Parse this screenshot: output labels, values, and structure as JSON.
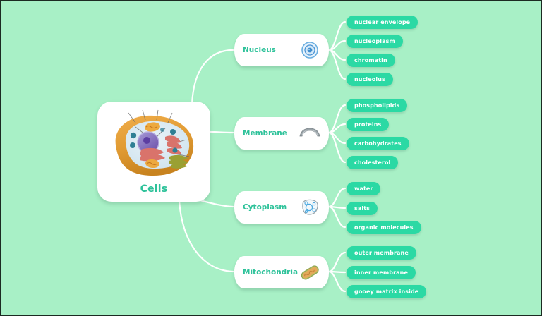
{
  "canvas": {
    "background_color": "#a8f0c6",
    "border_color": "#1c2a22",
    "connector_color": "#ffffff"
  },
  "theme": {
    "node_card_bg": "#ffffff",
    "branch_text_color": "#2ec29a",
    "leaf_pill_color": "#2bd9a4",
    "leaf_text_color": "#ffffff"
  },
  "central": {
    "label": "Cells",
    "icon": "animal-cell-illustration-icon"
  },
  "branches": [
    {
      "id": "nucleus",
      "label": "Nucleus",
      "icon": "nucleus-icon",
      "leaves": [
        {
          "label": "nuclear envelope"
        },
        {
          "label": "nucleoplasm"
        },
        {
          "label": "chromatin"
        },
        {
          "label": "nucleolus"
        }
      ]
    },
    {
      "id": "membrane",
      "label": "Membrane",
      "icon": "lipid-bilayer-icon",
      "leaves": [
        {
          "label": "phospholipids"
        },
        {
          "label": "proteins"
        },
        {
          "label": "carbohydrates"
        },
        {
          "label": "cholesterol"
        }
      ]
    },
    {
      "id": "cytoplasm",
      "label": "Cytoplasm",
      "icon": "cytoplasm-cell-icon",
      "leaves": [
        {
          "label": "water"
        },
        {
          "label": "salts"
        },
        {
          "label": "organic molecules"
        }
      ]
    },
    {
      "id": "mitochondria",
      "label": "Mitochondria",
      "icon": "mitochondrion-icon",
      "leaves": [
        {
          "label": "outer membrane"
        },
        {
          "label": "inner membrane"
        },
        {
          "label": "gooey matrix inside"
        }
      ]
    }
  ]
}
